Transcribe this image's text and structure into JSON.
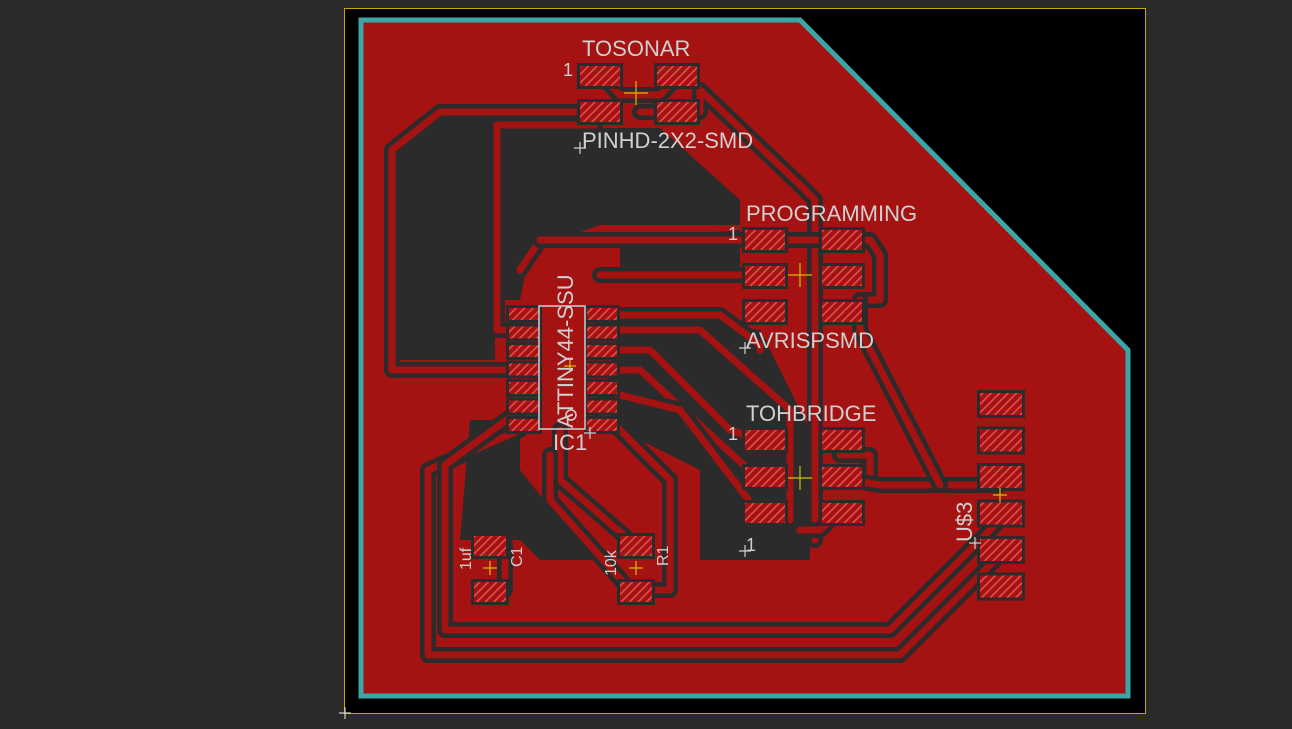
{
  "canvas": {
    "background_color": "#2a2a2a",
    "board_background_color": "#000000",
    "frame_color": "#c8a400",
    "outline_color": "#3aa6a6",
    "copper_color": "#a51212",
    "trace_gap_color": "#2b2b2b",
    "pad_color": "#e05050",
    "label_color": "#d0d0d0",
    "origin_cross_color": "#d4c000"
  },
  "components": {
    "tosonar": {
      "name": "TOSONAR",
      "value": "PINHD-2X2-SMD",
      "pin1": "1"
    },
    "programming": {
      "name": "PROGRAMMING",
      "value": "AVRISPSMD",
      "pin1": "1"
    },
    "ic1": {
      "name": "IC1",
      "value": "ATTINY44-SSU"
    },
    "tohbridge": {
      "name": "TOHBRIDGE",
      "pin1": "1",
      "pin1_bottom": "1"
    },
    "c1": {
      "name": "C1",
      "value": "1uf"
    },
    "r1": {
      "name": "R1",
      "value": "10k"
    },
    "us3": {
      "name": "U$3"
    }
  }
}
